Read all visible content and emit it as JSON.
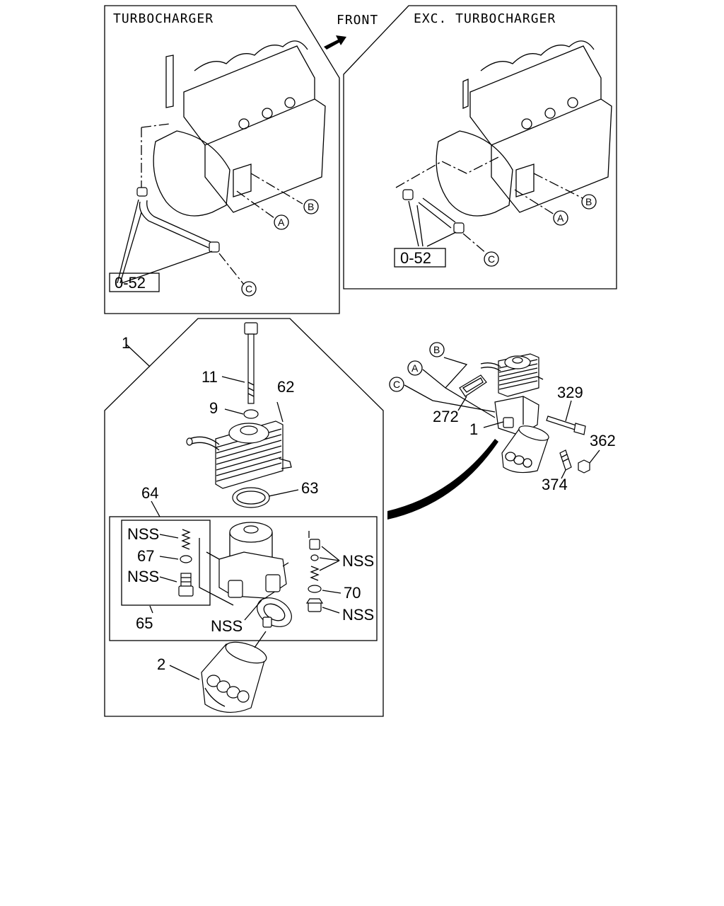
{
  "panels": {
    "turbo_title": "TURBOCHARGER",
    "exc_turbo_title": "EXC. TURBOCHARGER",
    "front_label": "FRONT",
    "ref_box_left": "0-52",
    "ref_box_right": "0-52"
  },
  "callouts": {
    "A": "A",
    "B": "B",
    "C": "C"
  },
  "parts": {
    "p1": "1",
    "p1_assembly": "1",
    "p2": "2",
    "p9": "9",
    "p11": "11",
    "p62": "62",
    "p63": "63",
    "p64": "64",
    "p65": "65",
    "p67": "67",
    "p70": "70",
    "p272": "272",
    "p329": "329",
    "p362": "362",
    "p374": "374",
    "nss": "NSS"
  }
}
